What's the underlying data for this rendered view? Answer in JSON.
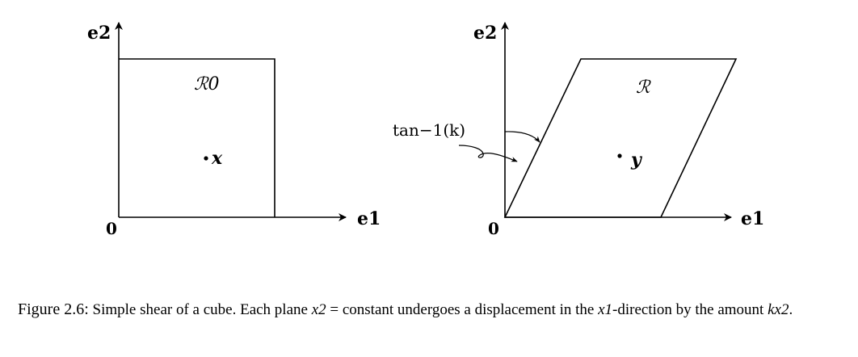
{
  "diagram": {
    "left_panel": {
      "axis_x": "e1",
      "axis_y": "e2",
      "origin": "0",
      "region": "ℛ0",
      "point": "x"
    },
    "right_panel": {
      "axis_x": "e1",
      "axis_y": "e2",
      "origin": "0",
      "region": "ℛ",
      "point": "y",
      "angle_label": "tan−1(k)"
    }
  },
  "caption": {
    "figure_number": "Figure 2.6:",
    "text_1": "Simple shear of a cube. Each plane",
    "math_1": "x2",
    "text_2": "= constant undergoes a displacement in the",
    "math_2": "x1",
    "text_3": "-direction by the amount",
    "math_3": "kx2",
    "text_4": "."
  }
}
